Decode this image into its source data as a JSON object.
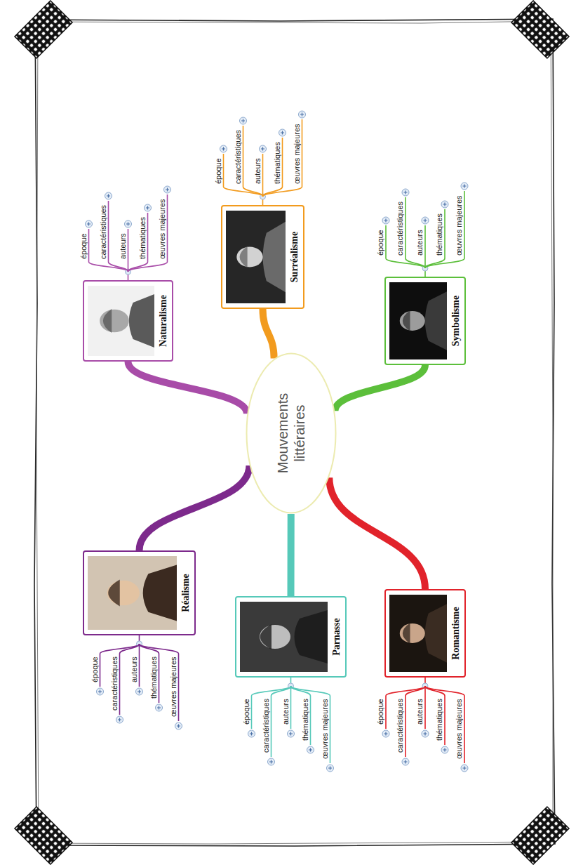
{
  "diagram": {
    "nodes": [
      {
        "text": [
          "Mouvements littéraires"
        ]
      },
      {
        "text": [
          "Naturalisme"
        ]
      },
      {
        "text": [
          "Surréalisme"
        ]
      },
      {
        "text": [
          "Symbolisme"
        ]
      },
      {
        "text": [
          "Romantisme"
        ]
      },
      {
        "text": [
          "Parnasse"
        ]
      },
      {
        "text": [
          "Réalisme"
        ]
      }
    ],
    "edges": [
      {
        "from": 0,
        "to": 1,
        "arrow": "none"
      },
      {
        "from": 0,
        "to": 2,
        "arrow": "none"
      },
      {
        "from": 0,
        "to": 3,
        "arrow": "none"
      },
      {
        "from": 0,
        "to": 4,
        "arrow": "none"
      },
      {
        "from": 0,
        "to": 5,
        "arrow": "none"
      },
      {
        "from": 0,
        "to": 6,
        "arrow": "none"
      }
    ],
    "labels": [
      "époque",
      "caractéristiques",
      "auteurs",
      "thématiques",
      "œuvres majeures",
      "époque",
      "caractéristiques",
      "auteurs",
      "thématiques",
      "œuvres majeures",
      "époque",
      "caractéristiques",
      "auteurs",
      "thématiques",
      "œuvres majeures",
      "époque",
      "caractéristiques",
      "auteurs",
      "thématiques",
      "œuvres majeures",
      "époque",
      "caractéristiques",
      "auteurs",
      "thématiques",
      "œuvres majeures",
      "époque",
      "caractéristiques",
      "auteurs",
      "thématiques",
      "œuvres majeures"
    ]
  }
}
